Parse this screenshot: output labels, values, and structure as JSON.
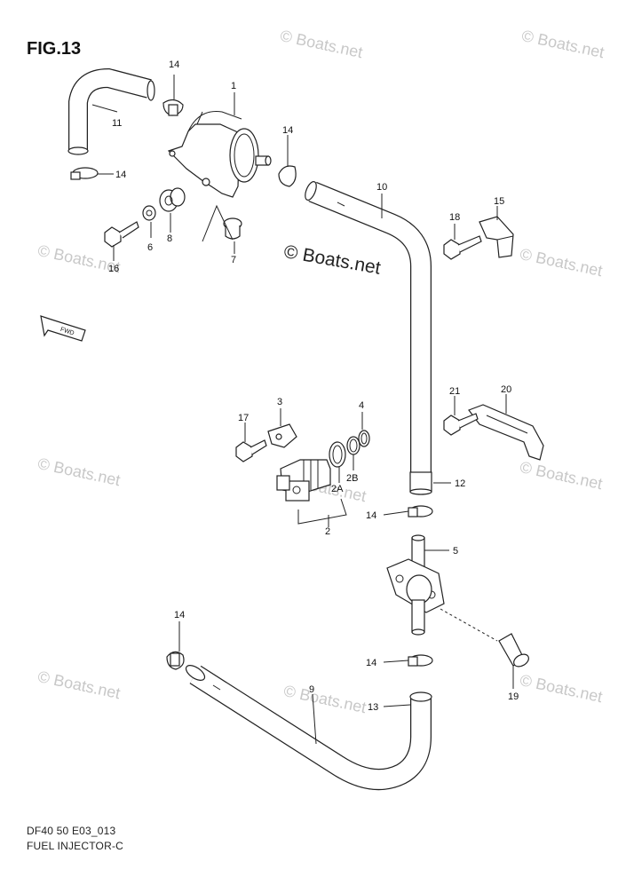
{
  "figure": {
    "title": "FIG.13",
    "footer_code": "DF40 50 E03_013",
    "footer_name": "FUEL INJECTOR-C"
  },
  "watermark": {
    "text": "© Boats.net",
    "center_text": "© Boats.net",
    "color": "#c8c8c8"
  },
  "fwd_label": "FWD",
  "callouts": [
    {
      "id": "c1",
      "label": "1"
    },
    {
      "id": "c2",
      "label": "2"
    },
    {
      "id": "c2A",
      "label": "2A"
    },
    {
      "id": "c2B",
      "label": "2B"
    },
    {
      "id": "c3",
      "label": "3"
    },
    {
      "id": "c4",
      "label": "4"
    },
    {
      "id": "c5",
      "label": "5"
    },
    {
      "id": "c6",
      "label": "6"
    },
    {
      "id": "c7",
      "label": "7"
    },
    {
      "id": "c8",
      "label": "8"
    },
    {
      "id": "c9",
      "label": "9"
    },
    {
      "id": "c10",
      "label": "10"
    },
    {
      "id": "c11",
      "label": "11"
    },
    {
      "id": "c12",
      "label": "12"
    },
    {
      "id": "c13",
      "label": "13"
    },
    {
      "id": "c14a",
      "label": "14"
    },
    {
      "id": "c14b",
      "label": "14"
    },
    {
      "id": "c14c",
      "label": "14"
    },
    {
      "id": "c14d",
      "label": "14"
    },
    {
      "id": "c14e",
      "label": "14"
    },
    {
      "id": "c14f",
      "label": "14"
    },
    {
      "id": "c15",
      "label": "15"
    },
    {
      "id": "c16",
      "label": "16"
    },
    {
      "id": "c17",
      "label": "17"
    },
    {
      "id": "c18",
      "label": "18"
    },
    {
      "id": "c19",
      "label": "19"
    },
    {
      "id": "c20",
      "label": "20"
    },
    {
      "id": "c21",
      "label": "21"
    }
  ]
}
